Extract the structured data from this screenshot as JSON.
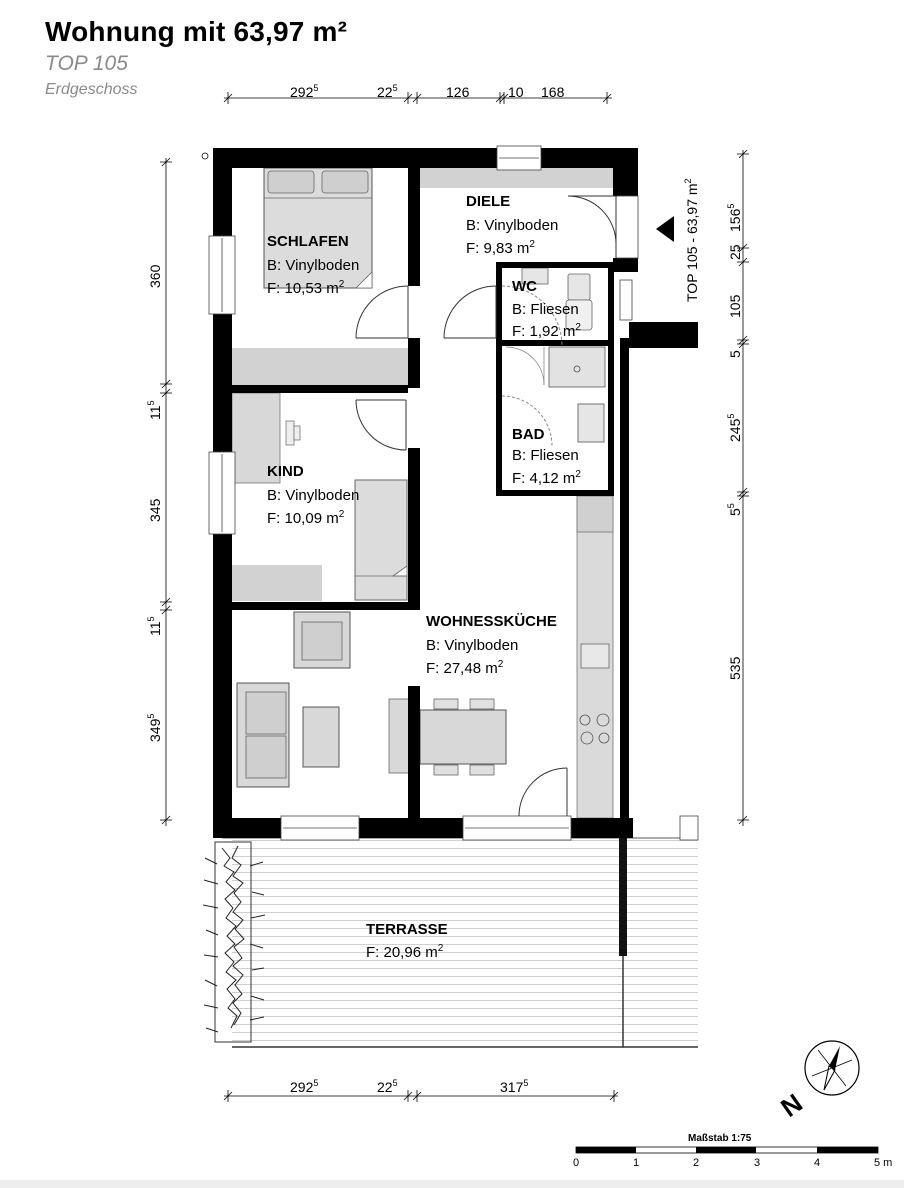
{
  "header": {
    "title": "Wohnung mit 63,97 m²",
    "subtitle": "TOP 105",
    "floor": "Erdgeschoss"
  },
  "rooms": [
    {
      "id": "schlafen",
      "name": "SCHLAFEN",
      "floor": "B: Vinylboden",
      "area": "F: 10,53 m",
      "sup": "2"
    },
    {
      "id": "diele",
      "name": "DIELE",
      "floor": "B: Vinylboden",
      "area": "F: 9,83 m",
      "sup": "2"
    },
    {
      "id": "wc",
      "name": "WC",
      "floor": "B: Fliesen",
      "area": "F: 1,92 m",
      "sup": "2"
    },
    {
      "id": "bad",
      "name": "BAD",
      "floor": "B: Fliesen",
      "area": "F: 4,12 m",
      "sup": "2"
    },
    {
      "id": "kind",
      "name": "KIND",
      "floor": "B: Vinylboden",
      "area": "F: 10,09 m",
      "sup": "2"
    },
    {
      "id": "wohnesskueche",
      "name": "WOHNESSKÜCHE",
      "floor": "B: Vinylboden",
      "area": "F: 27,48 m",
      "sup": "2"
    },
    {
      "id": "terrasse",
      "name": "TERRASSE",
      "area": "F: 20,96 m",
      "sup": "2"
    }
  ],
  "unit_label": {
    "text": "TOP 105 - 63,97 m",
    "sup": "2"
  },
  "dimensions": {
    "top": [
      {
        "main": "292",
        "sup": "5"
      },
      {
        "main": "22",
        "sup": "5"
      },
      {
        "main": "126",
        "sup": ""
      },
      {
        "main": "10",
        "sup": ""
      },
      {
        "main": "168",
        "sup": ""
      }
    ],
    "left": [
      {
        "main": "360",
        "sup": ""
      },
      {
        "main": "11",
        "sup": "5"
      },
      {
        "main": "345",
        "sup": ""
      },
      {
        "main": "11",
        "sup": "5"
      },
      {
        "main": "349",
        "sup": "5"
      }
    ],
    "right": [
      {
        "main": "156",
        "sup": "5"
      },
      {
        "main": "25",
        "sup": ""
      },
      {
        "main": "105",
        "sup": ""
      },
      {
        "main": "5",
        "sup": ""
      },
      {
        "main": "245",
        "sup": "5"
      },
      {
        "main": "5",
        "sup": "5"
      },
      {
        "main": "535",
        "sup": ""
      }
    ],
    "bottom": [
      {
        "main": "292",
        "sup": "5"
      },
      {
        "main": "22",
        "sup": "5"
      },
      {
        "main": "317",
        "sup": "5"
      }
    ]
  },
  "scale": {
    "title": "Maßstab 1:75",
    "ticks": [
      "0",
      "1",
      "2",
      "3",
      "4",
      "5 m"
    ]
  },
  "compass": {
    "letter": "N"
  }
}
